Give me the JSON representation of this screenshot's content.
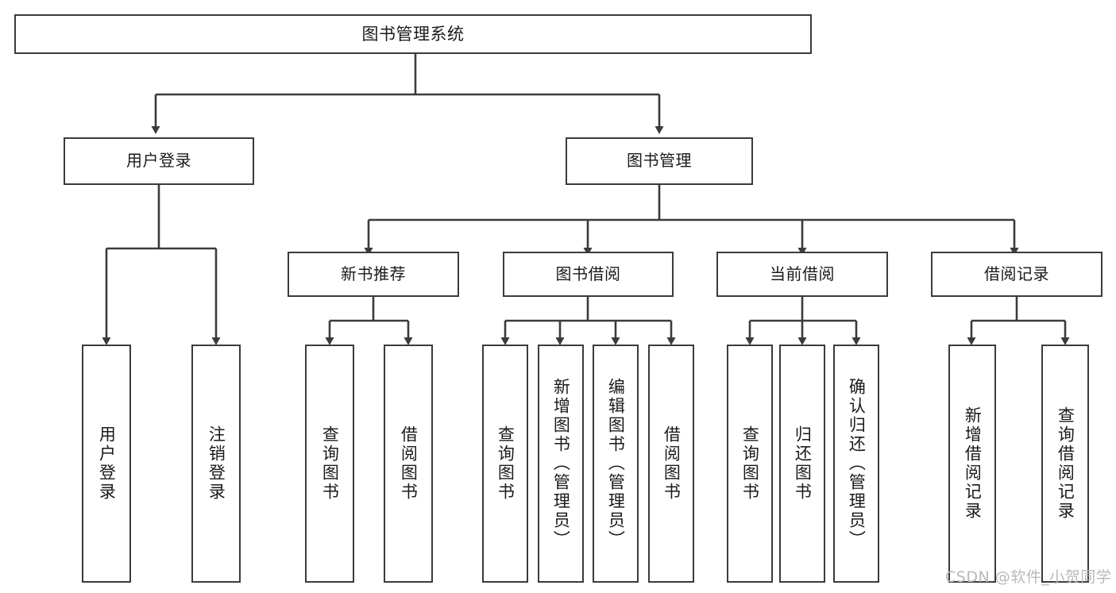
{
  "diagram": {
    "type": "tree",
    "title": "图书管理系统",
    "root": {
      "label": "图书管理系统"
    },
    "level1": [
      {
        "label": "用户登录"
      },
      {
        "label": "图书管理"
      }
    ],
    "level2": [
      {
        "label": "新书推荐"
      },
      {
        "label": "图书借阅"
      },
      {
        "label": "当前借阅"
      },
      {
        "label": "借阅记录"
      }
    ],
    "leaves": {
      "user_login": [
        {
          "label": "用户登录"
        },
        {
          "label": "注销登录"
        }
      ],
      "new_book_recommend": [
        {
          "label": "查询图书"
        },
        {
          "label": "借阅图书"
        }
      ],
      "book_borrow": [
        {
          "label": "查询图书"
        },
        {
          "label": "新增图书（管理员）"
        },
        {
          "label": "编辑图书（管理员）"
        },
        {
          "label": "借阅图书"
        }
      ],
      "current_borrow": [
        {
          "label": "查询图书"
        },
        {
          "label": "归还图书"
        },
        {
          "label": "确认归还（管理员）"
        }
      ],
      "borrow_record": [
        {
          "label": "新增借阅记录"
        },
        {
          "label": "查询借阅记录"
        }
      ]
    }
  },
  "watermark": {
    "text": "CSDN @软件_小贺同学"
  },
  "colors": {
    "stroke": "#3b3b3b",
    "background": "#ffffff",
    "text": "#1a1a1a",
    "watermark": "#b8b8b8"
  }
}
